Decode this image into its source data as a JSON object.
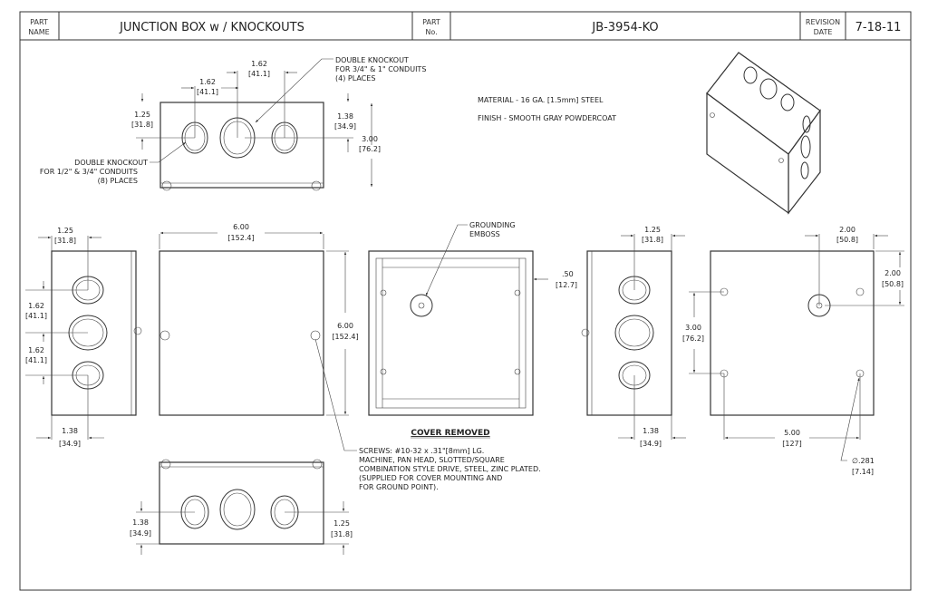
{
  "title_block": {
    "part_name_label_1": "PART",
    "part_name_label_2": "NAME",
    "part_name": "JUNCTION BOX w / KNOCKOUTS",
    "part_no_label_1": "PART",
    "part_no_label_2": "No.",
    "part_no": "JB-3954-KO",
    "revision_label_1": "REVISION",
    "revision_label_2": "DATE",
    "revision_date": "7-18-11"
  },
  "notes": {
    "material": "MATERIAL - 16 GA. [1.5mm] STEEL",
    "finish": "FINISH - SMOOTH GRAY POWDERCOAT",
    "knockout_large": [
      "DOUBLE KNOCKOUT",
      "FOR 3/4\" & 1\" CONDUITS",
      "(4) PLACES"
    ],
    "knockout_small": [
      "DOUBLE KNOCKOUT",
      "FOR 1/2\" & 3/4\" CONDUITS",
      "(8) PLACES"
    ],
    "grounding": [
      "GROUNDING",
      "EMBOSS"
    ],
    "cover_removed": "COVER REMOVED",
    "screws": [
      "SCREWS: #10-32 x .31\"[8mm] LG.",
      "MACHINE, PAN HEAD, SLOTTED/SQUARE",
      "COMBINATION STYLE DRIVE, STEEL, ZINC PLATED.",
      "(SUPPLIED FOR COVER MOUNTING AND",
      "FOR GROUND POINT)."
    ]
  },
  "dims": {
    "top_162a": [
      "1.62",
      "[41.1]"
    ],
    "top_162b": [
      "1.62",
      "[41.1]"
    ],
    "top_125": [
      "1.25",
      "[31.8]"
    ],
    "top_138": [
      "1.38",
      "[34.9]"
    ],
    "top_300": [
      "3.00",
      "[76.2]"
    ],
    "side_125": [
      "1.25",
      "[31.8]"
    ],
    "side_162a": [
      "1.62",
      "[41.1]"
    ],
    "side_162b": [
      "1.62",
      "[41.1]"
    ],
    "side_138": [
      "1.38",
      "[34.9]"
    ],
    "front_600w": [
      "6.00",
      "[152.4]"
    ],
    "front_600h": [
      "6.00",
      "[152.4]"
    ],
    "cover_050": [
      ".50",
      "[12.7]"
    ],
    "rside_125": [
      "1.25",
      "[31.8]"
    ],
    "rside_138": [
      "1.38",
      "[34.9]"
    ],
    "back_200a": [
      "2.00",
      "[50.8]"
    ],
    "back_200b": [
      "2.00",
      "[50.8]"
    ],
    "back_300": [
      "3.00",
      "[76.2]"
    ],
    "back_500": [
      "5.00",
      "[127]"
    ],
    "back_hole": [
      "∅.281",
      "[7.14]"
    ],
    "bottom_138": [
      "1.38",
      "[34.9]"
    ],
    "bottom_125": [
      "1.25",
      "[31.8]"
    ]
  }
}
